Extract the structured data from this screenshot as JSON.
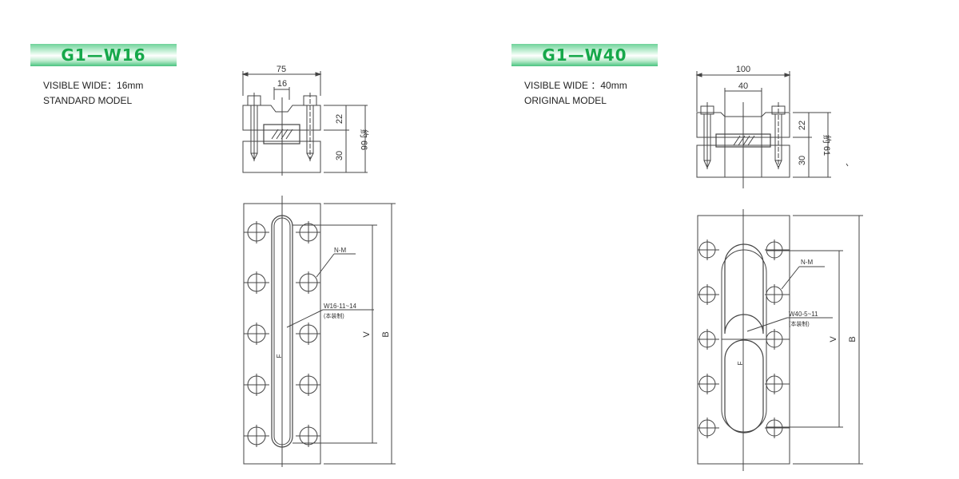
{
  "models": [
    {
      "id": "left",
      "title": "G1—W16",
      "visible_wide_label": "VISIBLE WIDE：16mm",
      "model_type": "STANDARD MODEL",
      "section_view": {
        "overall_width": "75",
        "window_width": "16",
        "upper_height": "22",
        "lower_height": "30",
        "total_height": "約 66"
      },
      "front_view": {
        "bolt_label": "N-M",
        "glass_label": "W16-11~14",
        "glass_sublabel": "(本装制)",
        "visible_length_label": "V",
        "total_length_label": "B",
        "gap_label": "F"
      }
    },
    {
      "id": "right",
      "title": "G1—W40",
      "visible_wide_label": "VISIBLE WIDE ：40mm",
      "model_type": "ORIGINAL MODEL",
      "section_view": {
        "overall_width": "100",
        "window_width": "40",
        "upper_height": "22",
        "lower_height": "30",
        "total_height": "約 61"
      },
      "front_view": {
        "bolt_label": "N-M",
        "glass_label": "W40-5~11",
        "glass_sublabel": "(本装制)",
        "visible_length_label": "V",
        "total_length_label": "B",
        "gap_label": "F"
      }
    }
  ],
  "colors": {
    "banner_green": "#16a84a",
    "banner_gradient_dark": "#49c47f",
    "line": "#444444"
  }
}
